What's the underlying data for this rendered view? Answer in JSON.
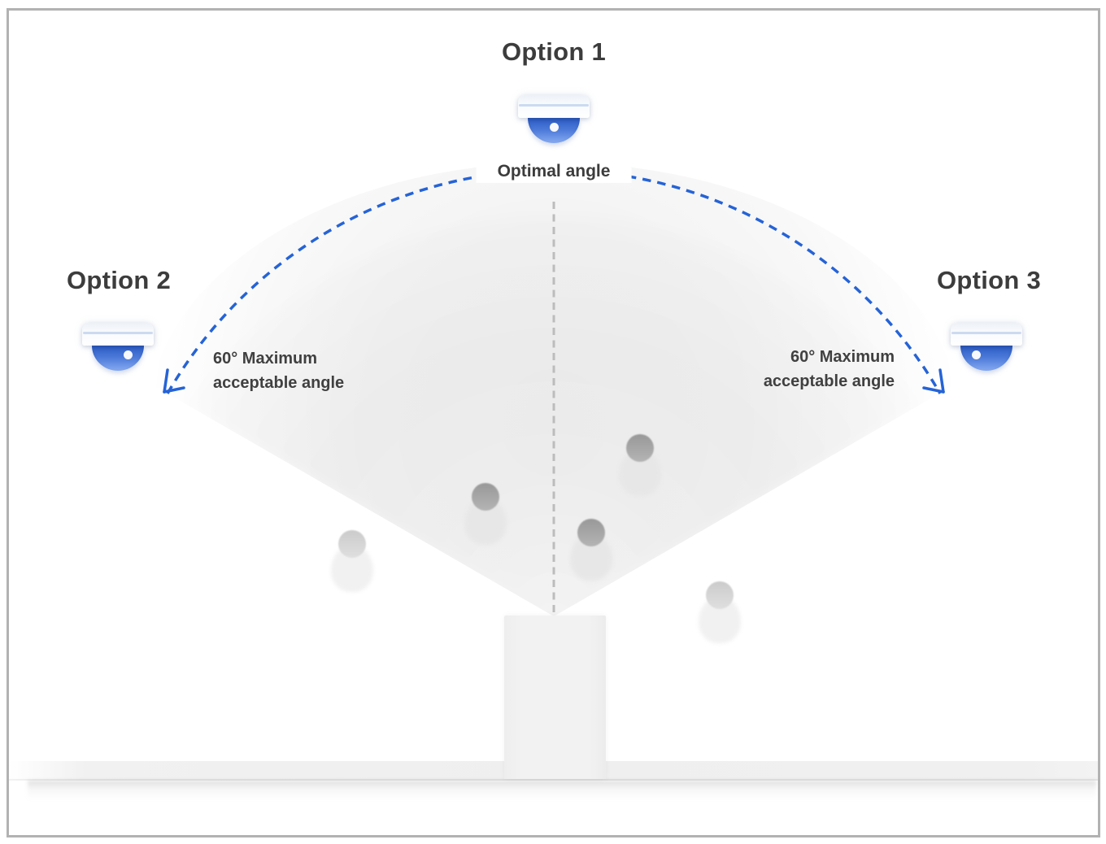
{
  "diagram": {
    "type": "camera-mounting-angle-options",
    "labels": {
      "option1": "Option 1",
      "option2": "Option 2",
      "option3": "Option 3",
      "optimal_angle": "Optimal angle"
    },
    "angle_notes": {
      "left": {
        "line1": "60° Maximum",
        "line2": "acceptable angle"
      },
      "right": {
        "line1": "60° Maximum",
        "line2": "acceptable angle"
      }
    },
    "cameras": [
      {
        "option": "Option 1",
        "position": "top-center",
        "annotation": "Optimal angle"
      },
      {
        "option": "Option 2",
        "position": "left",
        "annotation": "60° Maximum acceptable angle"
      },
      {
        "option": "Option 3",
        "position": "right",
        "annotation": "60° Maximum acceptable angle"
      }
    ],
    "max_acceptable_angle_degrees": 60,
    "people": {
      "in_view": 3,
      "out_of_view": 2
    },
    "colors": {
      "arc_blue": "#2563d6",
      "camera_dome_blue": "#3e6ed3",
      "text_dark": "#3c3c3c",
      "center_guide_gray": "#bcbcbc",
      "frame_border_gray": "#b2b2b2",
      "cone_fill_gray": "#f1f1f1"
    },
    "icons": {
      "camera": "dome-camera-icon",
      "left_arrow": "dashed-arc-arrowhead-icon",
      "right_arrow": "dashed-arc-arrowhead-icon"
    }
  }
}
